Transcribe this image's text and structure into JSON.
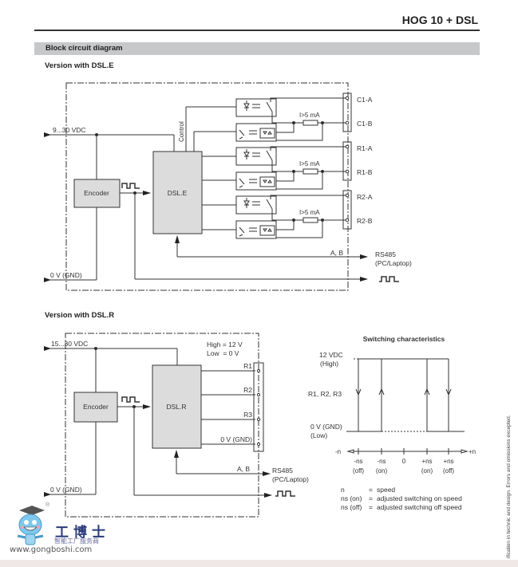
{
  "header": {
    "title": "HOG 10 + DSL"
  },
  "section": {
    "title": "Block circuit diagram"
  },
  "dsle": {
    "heading": "Version with DSL.E",
    "supply_label": "9...30 VDC",
    "gnd_label": "0 V (GND)",
    "encoder_label": "Encoder",
    "module_label": "DSL.E",
    "control_label": "Control",
    "current_label": "I>5 mA",
    "terminals": [
      "C1-A",
      "C1-B",
      "R1-A",
      "R1-B",
      "R2-A",
      "R2-B"
    ],
    "bus_label": "A, B",
    "rs485_label": "RS485",
    "rs485_sub": "(PC/Laptop)"
  },
  "dslr": {
    "heading": "Version with DSL.R",
    "supply_label": "15...30 VDC",
    "gnd_label": "0 V (GND)",
    "encoder_label": "Encoder",
    "module_label": "DSL.R",
    "high_label": "High = 12 V",
    "low_label": "Low  = 0 V",
    "outputs": [
      "R1",
      "R2",
      "R3",
      "0 V (GND)"
    ],
    "bus_label": "A, B",
    "rs485_label": "RS485",
    "rs485_sub": "(PC/Laptop)"
  },
  "switching": {
    "title": "Switching characteristics",
    "high_label": "12 VDC",
    "high_sub": "(High)",
    "signal_label": "R1, R2, R3",
    "low_label": "0 V (GND)",
    "low_sub": "(Low)",
    "axis_neg": "-n",
    "axis_pos": "+n",
    "ticks": [
      {
        "top": "-ns",
        "bottom": "(off)"
      },
      {
        "top": "-ns",
        "bottom": "(on)"
      },
      {
        "top": "0",
        "bottom": ""
      },
      {
        "top": "+ns",
        "bottom": "(on)"
      },
      {
        "top": "+ns",
        "bottom": "(off)"
      }
    ],
    "legend": [
      {
        "key": "n",
        "eq": "=",
        "desc": "speed"
      },
      {
        "key": "ns (on)",
        "eq": "=",
        "desc": "adjusted switching on speed"
      },
      {
        "key": "ns (off)",
        "eq": "=",
        "desc": "adjusted switching off speed"
      }
    ]
  },
  "side_note": "ification in technic and design. Errors and omissions excepted.",
  "watermark": {
    "name_cn": "工博士",
    "tagline_cn": "智能工厂服务商",
    "url": "www.gongboshi.com",
    "reg": "®"
  }
}
